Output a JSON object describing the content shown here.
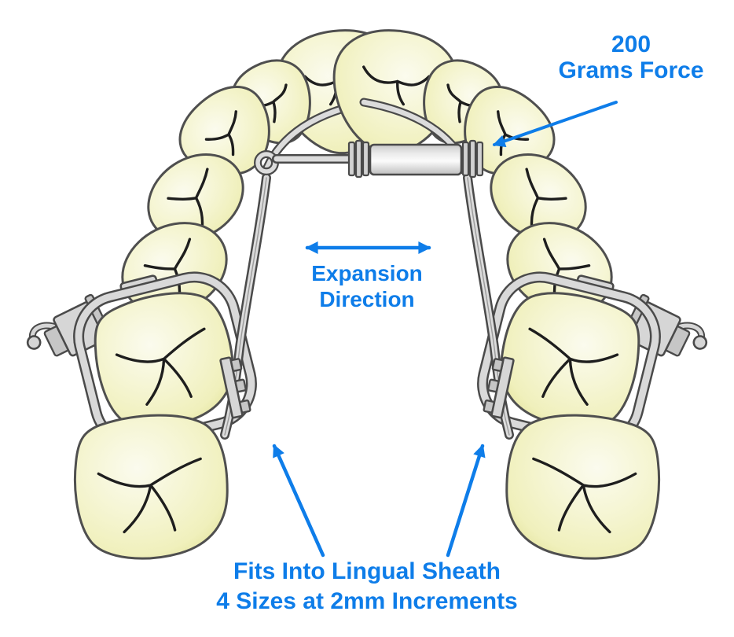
{
  "annotations": {
    "force": {
      "line1": "200",
      "line2": "Grams Force"
    },
    "expansion": {
      "line1": "Expansion",
      "line2": "Direction"
    },
    "sheath": {
      "line1": "Fits Into Lingual Sheath",
      "line2": "4 Sizes at 2mm Increments"
    }
  },
  "colors": {
    "annotation_blue": "#0E7DE9",
    "tooth_fill": "#F4F4CB",
    "tooth_outline": "#4F4F4F",
    "fissure": "#1E1E1E",
    "wire_fill": "#DCDCDC",
    "wire_outline": "#4A4A4A",
    "background": "#FFFFFF"
  }
}
